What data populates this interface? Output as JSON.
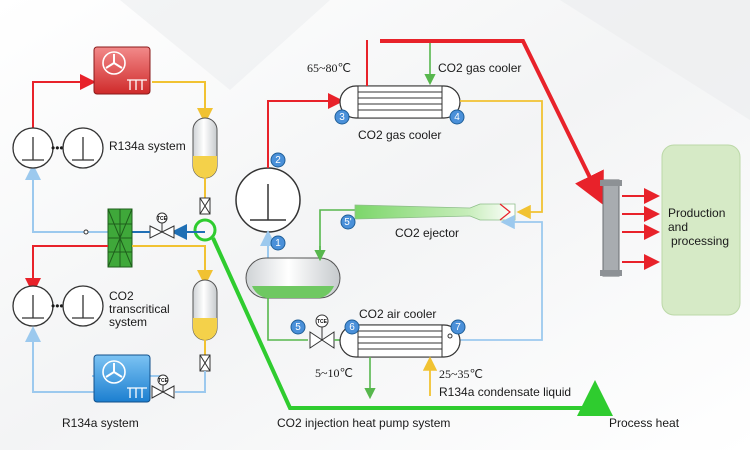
{
  "labels": {
    "r134a_system_top": "R134a system",
    "co2_transcritical_1": "CO2",
    "co2_transcritical_2": "transcritical",
    "co2_transcritical_3": "system",
    "r134a_system_bottom": "R134a system",
    "co2_gas_cooler_top": "CO2 gas cooler",
    "co2_gas_cooler_mid": "CO2 gas cooler",
    "co2_ejector": "CO2 ejector",
    "co2_air_cooler": "CO2 air cooler",
    "r134a_condensate": "R134a condensate liquid",
    "temp_65_80": "65~80℃",
    "temp_5_10": "5~10℃",
    "temp_25_35": "25~35℃",
    "production_1": "Production",
    "production_2": "and",
    "production_3": "processing",
    "co2_injection": "CO2 injection heat pump system",
    "process_heat": "Process heat",
    "ellipsis_top": "•••",
    "ellipsis_bottom": "•••"
  },
  "state_points": [
    "1",
    "2",
    "3",
    "4",
    "5",
    "6",
    "7"
  ],
  "state_points_extra": [
    "5'"
  ],
  "valve_tag": "TCE",
  "colors": {
    "hot": "#e8222a",
    "warm": "#f1c232",
    "cold": "#9cc9ee",
    "mid": "#4f9ad4",
    "green": "#2fcc2f",
    "panel": "#d6eac6",
    "badge": "#4a90d9"
  }
}
